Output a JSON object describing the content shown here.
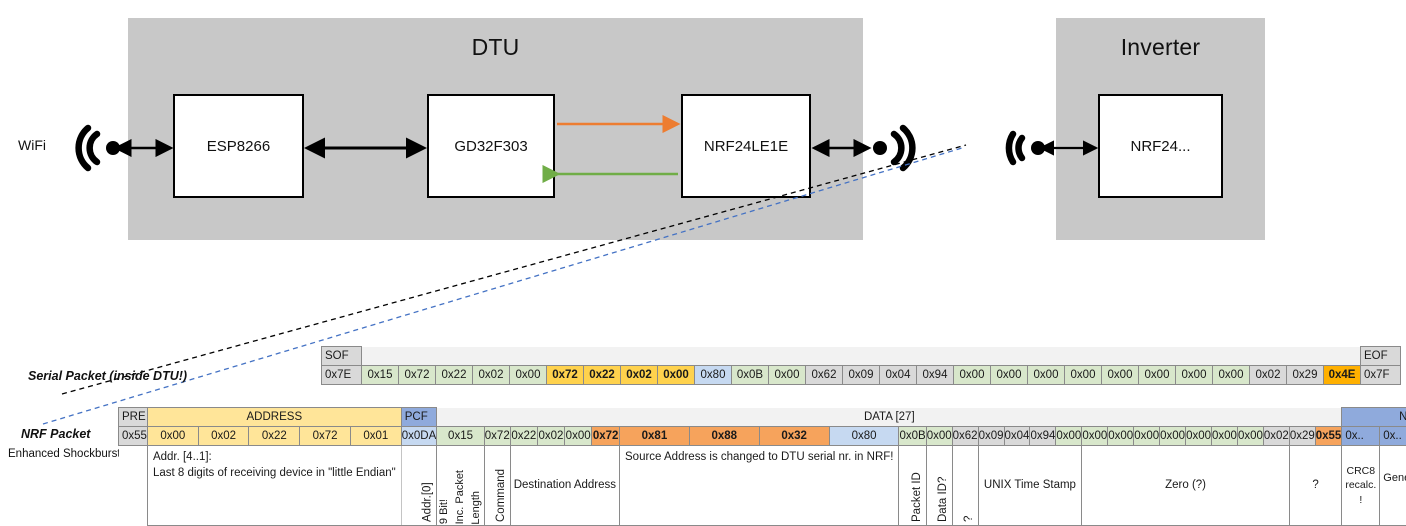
{
  "diagram": {
    "dtu": {
      "title": "DTU",
      "chips": [
        "ESP8266",
        "GD32F303",
        "NRF24LE1E"
      ]
    },
    "inverter": {
      "title": "Inverter",
      "chips": [
        "NRF24..."
      ]
    },
    "wifi_label": "WiFi",
    "arrow_colors": {
      "tx": "#ED7D31",
      "rx": "#70AD47",
      "link": "#000000",
      "callout_serial": "#000000",
      "callout_nrf": "#4472C4"
    }
  },
  "serial_packet": {
    "row_label": "Serial Packet (inside DTU!)",
    "sof_header": "SOF",
    "eof_header": "EOF",
    "sof_value": "0x7E",
    "eof_value": "0x7F",
    "bytes": [
      {
        "v": "0x15",
        "c": "green"
      },
      {
        "v": "0x72",
        "c": "green"
      },
      {
        "v": "0x22",
        "c": "green"
      },
      {
        "v": "0x02",
        "c": "green"
      },
      {
        "v": "0x00",
        "c": "green"
      },
      {
        "v": "0x72",
        "c": "yellow"
      },
      {
        "v": "0x22",
        "c": "yellow"
      },
      {
        "v": "0x02",
        "c": "yellow"
      },
      {
        "v": "0x00",
        "c": "yellow"
      },
      {
        "v": "0x80",
        "c": "blue"
      },
      {
        "v": "0x0B",
        "c": "green"
      },
      {
        "v": "0x00",
        "c": "green"
      },
      {
        "v": "0x62",
        "c": "grey"
      },
      {
        "v": "0x09",
        "c": "grey"
      },
      {
        "v": "0x04",
        "c": "grey"
      },
      {
        "v": "0x94",
        "c": "grey"
      },
      {
        "v": "0x00",
        "c": "green"
      },
      {
        "v": "0x00",
        "c": "green"
      },
      {
        "v": "0x00",
        "c": "green"
      },
      {
        "v": "0x00",
        "c": "green"
      },
      {
        "v": "0x00",
        "c": "green"
      },
      {
        "v": "0x00",
        "c": "green"
      },
      {
        "v": "0x00",
        "c": "green"
      },
      {
        "v": "0x00",
        "c": "green"
      },
      {
        "v": "0x02",
        "c": "grey"
      },
      {
        "v": "0x29",
        "c": "grey"
      },
      {
        "v": "0x4E",
        "c": "orange-dk"
      }
    ]
  },
  "nrf_packet": {
    "row_label": "NRF Packet",
    "row_sublabel": "Enhanced Shockburst",
    "headers": {
      "pre": "PRE",
      "address": "ADDRESS",
      "pcf": "PCF",
      "data": "DATA [27]",
      "crc": "NRF CRC"
    },
    "pre_value": "0x55",
    "address_values": [
      "0x00",
      "0x02",
      "0x22",
      "0x72",
      "0x01"
    ],
    "pcf_value": "0x0DA",
    "crc_values": [
      "0x..",
      "0x.."
    ],
    "bytes": [
      {
        "v": "0x15",
        "c": "green"
      },
      {
        "v": "0x72",
        "c": "green"
      },
      {
        "v": "0x22",
        "c": "green"
      },
      {
        "v": "0x02",
        "c": "green"
      },
      {
        "v": "0x00",
        "c": "green"
      },
      {
        "v": "0x72",
        "c": "orange"
      },
      {
        "v": "0x81",
        "c": "orange"
      },
      {
        "v": "0x88",
        "c": "orange"
      },
      {
        "v": "0x32",
        "c": "orange"
      },
      {
        "v": "0x80",
        "c": "blue"
      },
      {
        "v": "0x0B",
        "c": "green"
      },
      {
        "v": "0x00",
        "c": "green"
      },
      {
        "v": "0x62",
        "c": "grey"
      },
      {
        "v": "0x09",
        "c": "grey"
      },
      {
        "v": "0x04",
        "c": "grey"
      },
      {
        "v": "0x94",
        "c": "grey"
      },
      {
        "v": "0x00",
        "c": "green"
      },
      {
        "v": "0x00",
        "c": "green"
      },
      {
        "v": "0x00",
        "c": "green"
      },
      {
        "v": "0x00",
        "c": "green"
      },
      {
        "v": "0x00",
        "c": "green"
      },
      {
        "v": "0x00",
        "c": "green"
      },
      {
        "v": "0x00",
        "c": "green"
      },
      {
        "v": "0x00",
        "c": "green"
      },
      {
        "v": "0x02",
        "c": "grey"
      },
      {
        "v": "0x29",
        "c": "grey"
      },
      {
        "v": "0x55",
        "c": "orange"
      }
    ]
  },
  "annotations": {
    "address_note": "Addr. [4..1]:\nLast 8 digits of receiving device in \"little Endian\"",
    "addr0": "Addr.[0]",
    "packet_length_a": "9 Bit!",
    "packet_length_b": "Inc. Packet",
    "packet_length_c": "Length",
    "command": "Command",
    "destination_address": "Destination Address",
    "source_address_note": "Source Address is changed to DTU serial nr. in NRF!",
    "packet_id": "Packet ID",
    "data_id": "Data ID?",
    "unknown1": "?",
    "unix_time_stamp": "UNIX Time Stamp",
    "zero": "Zero (?)",
    "unknown2": "?",
    "crc8": "CRC8 recalc. !",
    "crc_auto": "Generated automatically. Dont Care!"
  }
}
